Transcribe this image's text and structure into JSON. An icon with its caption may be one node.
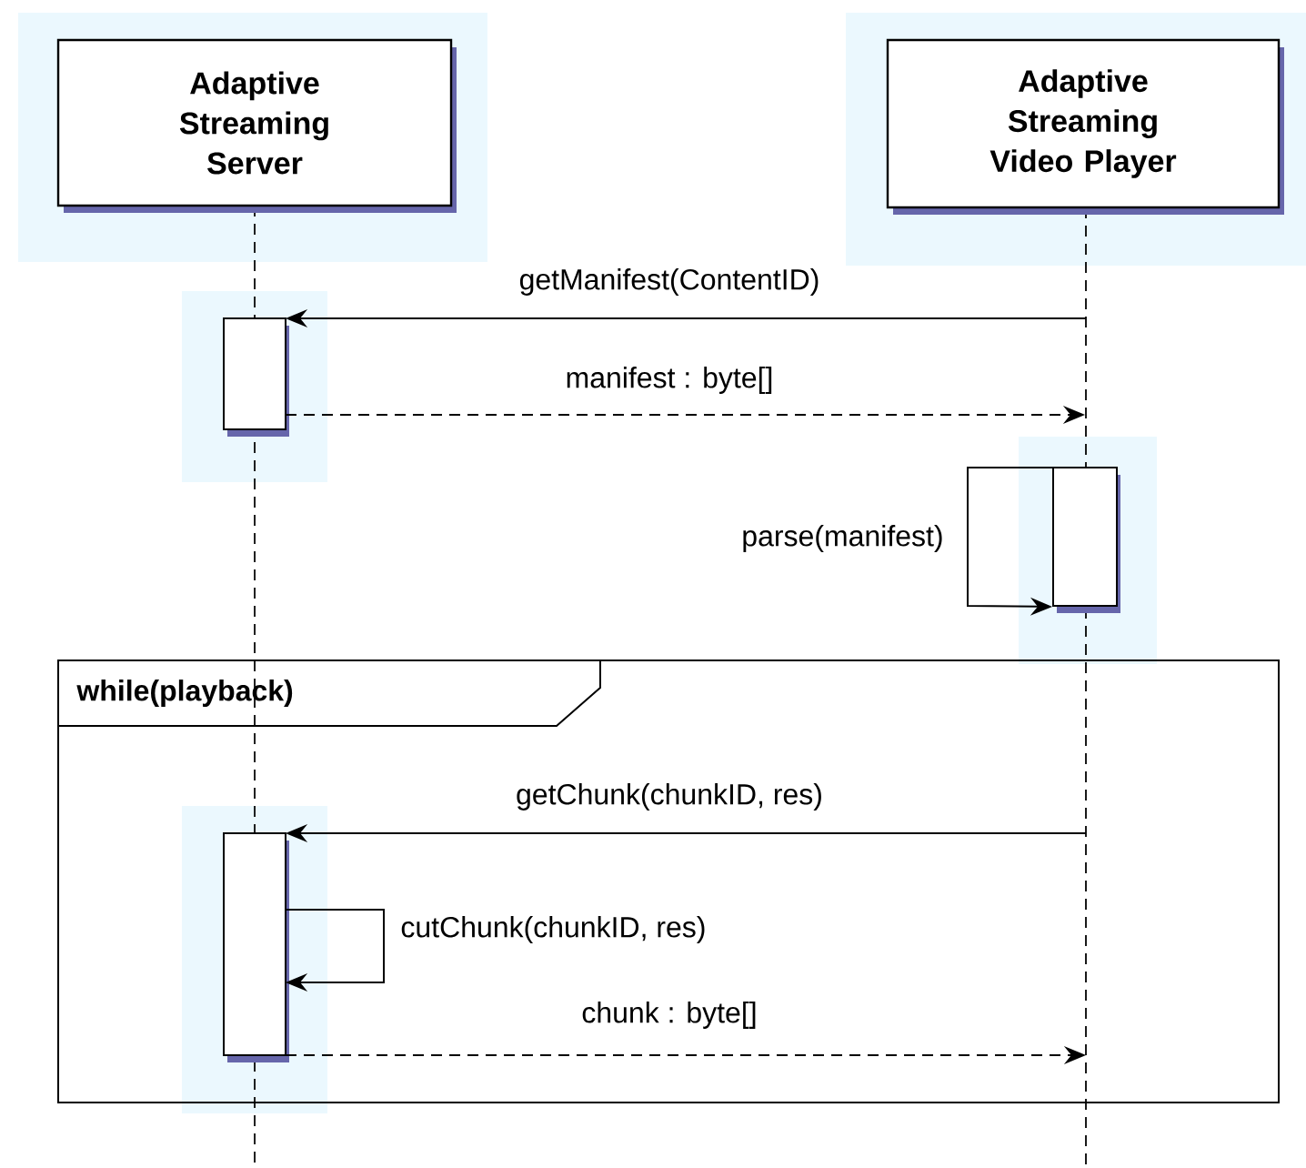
{
  "diagram": {
    "nodes": [
      {
        "text": [
          "Adaptive Streaming Server"
        ]
      },
      {
        "text": [
          "Adaptive Streaming Video Player"
        ]
      },
      {
        "text": [],
        "shape": "box"
      },
      {
        "text": [],
        "shape": "box"
      },
      {
        "text": [
          "while(playback)"
        ]
      },
      {
        "text": [],
        "shape": "box",
        "in": 4
      }
    ],
    "edges": [
      {
        "from": null,
        "to": 2,
        "arrow": "to",
        "label": "getManifest(ContentID)"
      },
      {
        "from": 2,
        "to": 3,
        "arrow": "to",
        "style": "dashed",
        "label": "manifest : byte[]"
      },
      {
        "from": 3,
        "to": 3,
        "arrow": "to",
        "label": "parse(manifest)"
      },
      {
        "from": null,
        "to": 5,
        "arrow": "to",
        "label": "getChunk(chunkID, res)"
      },
      {
        "from": 5,
        "to": 5,
        "arrow": "to",
        "label": "cutChunk(chunkID, res)"
      },
      {
        "from": 5,
        "to": null,
        "arrow": "to",
        "style": "dashed",
        "label": "chunk : byte[]"
      }
    ]
  }
}
